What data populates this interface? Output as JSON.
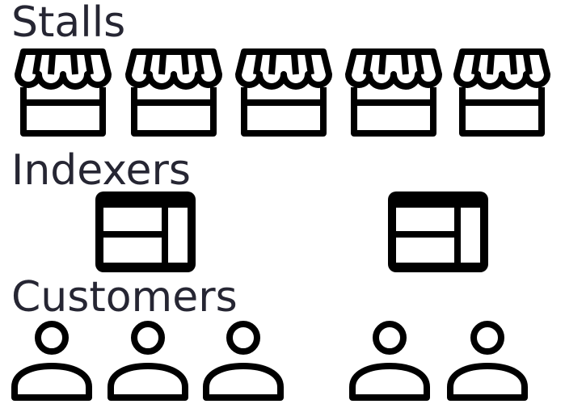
{
  "sections": {
    "stalls": {
      "title": "Stalls",
      "icon": "storefront-icon",
      "count": 5
    },
    "indexers": {
      "title": "Indexers",
      "icon": "index-panel-icon",
      "count": 2
    },
    "customers": {
      "title": "Customers",
      "icon": "person-icon",
      "count": 5
    }
  },
  "colors": {
    "text": "#262633",
    "icon": "#000000",
    "background": "#ffffff"
  }
}
